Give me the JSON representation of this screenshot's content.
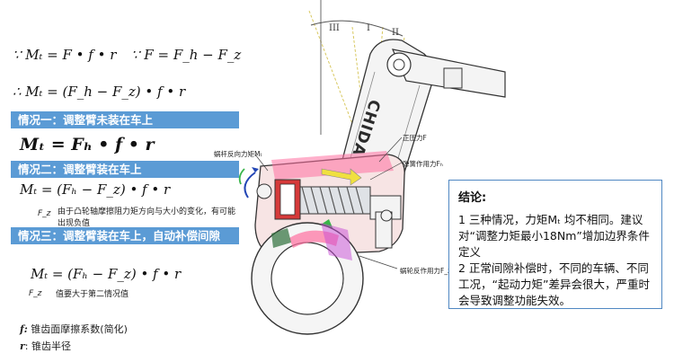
{
  "formulas": {
    "f1a": "∵ Mₜ = F • f • r",
    "f1b": "∵ F = F_h − F_z",
    "f2": "∴ Mₜ = (F_h − F_z) • f • r",
    "case1_formula": "Mₜ = Fₕ • f • r",
    "case2_formula": "Mₜ = (Fₕ − F_z) • f • r",
    "case3_formula": "Mₜ = (Fₕ − F_z) • f • r"
  },
  "cases": {
    "case1": "情况一：调整臂未装在车上",
    "case2": "情况二：调整臂装在车上",
    "case3": "情况三：调整臂装在车上，自动补偿间隙"
  },
  "notes": {
    "case2_note_sym": "F_z",
    "case2_note": "由于凸轮轴摩擦阻力矩方向与大小的变化，有可能出现负值",
    "case3_note_sym": "F_z",
    "case3_note": "值要大于第二情况值"
  },
  "legend": {
    "f_sym": "f:",
    "f_text": "锥齿面摩擦系数(简化)",
    "r_sym": "r",
    "r_text": ": 锥齿半径"
  },
  "diagram": {
    "label_worm_torque": "蜗杆反向力矩Mₜ",
    "label_pressure": "正压力F",
    "label_spring": "弹簧作用力Fₕ",
    "label_worm_wheel": "蜗轮反作用力F_z",
    "brand": "CHIDA",
    "roman_3": "III",
    "roman_1": "I",
    "roman_2": "II",
    "brand_color": "#2b2b2b",
    "highlight_color": "#ff6fa0",
    "spring_color": "#8a8f96"
  },
  "conclusion": {
    "title": "结论:",
    "p1": "1  三种情况，力矩Mₜ 均不相同。建议对“调整力矩最小18Nm”增加边界条件定义",
    "p2": "2  正常间隙补偿时，不同的车辆、不同工况，“起动力矩”差异会很大，严重时会导致调整功能失效。"
  }
}
